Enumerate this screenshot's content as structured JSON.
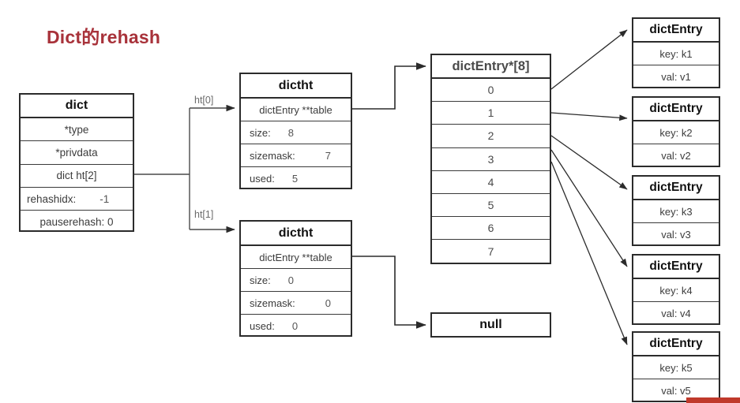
{
  "title": "Dict的rehash",
  "dict": {
    "header": "dict",
    "rows": [
      {
        "label": "*type"
      },
      {
        "label": "*privdata"
      },
      {
        "label": "dict ht[2]"
      }
    ],
    "rehashidx": {
      "key": "rehashidx:",
      "value": "-1"
    },
    "pauserehash": {
      "label": "pauserehash: 0"
    }
  },
  "edge_labels": {
    "ht0": "ht[0]",
    "ht1": "ht[1]"
  },
  "dictht0": {
    "header": "dictht",
    "table": "dictEntry **table",
    "fields": [
      {
        "key": "size:",
        "value": "8"
      },
      {
        "key": "sizemask:",
        "value": "7"
      },
      {
        "key": "used:",
        "value": "5"
      }
    ]
  },
  "dictht1": {
    "header": "dictht",
    "table": "dictEntry **table",
    "fields": [
      {
        "key": "size:",
        "value": "0"
      },
      {
        "key": "sizemask:",
        "value": "0"
      },
      {
        "key": "used:",
        "value": "0"
      }
    ]
  },
  "bucket_array": {
    "header": "dictEntry*[8]",
    "slots": [
      "0",
      "1",
      "2",
      "3",
      "4",
      "5",
      "6",
      "7"
    ]
  },
  "null_box": {
    "label": "null"
  },
  "entries": [
    {
      "header": "dictEntry",
      "key": "key: k1",
      "val": "val: v1"
    },
    {
      "header": "dictEntry",
      "key": "key: k2",
      "val": "val: v2"
    },
    {
      "header": "dictEntry",
      "key": "key: k3",
      "val": "val: v3"
    },
    {
      "header": "dictEntry",
      "key": "key: k4",
      "val": "val: v4"
    },
    {
      "header": "dictEntry",
      "key": "key: k5",
      "val": "val: v5"
    }
  ],
  "colors": {
    "title": "#a8323a",
    "stroke": "#2b2b2b",
    "accent": "#c0392b"
  }
}
